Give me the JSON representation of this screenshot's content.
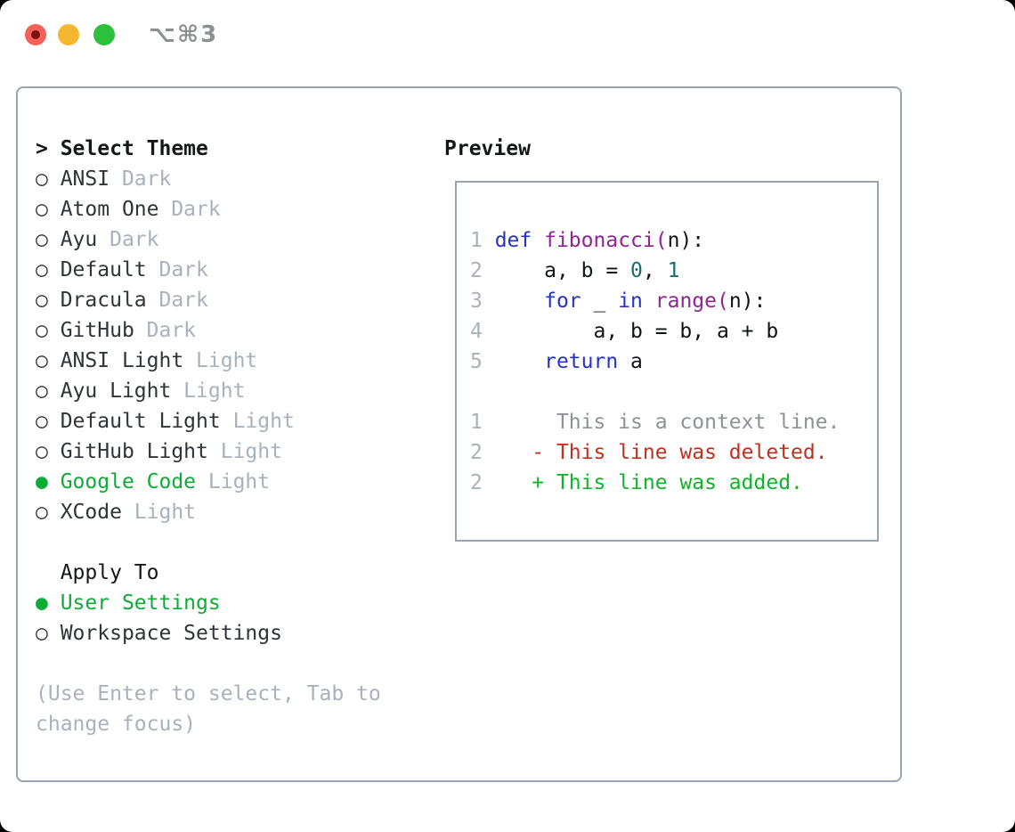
{
  "window": {
    "title": "⌥⌘3"
  },
  "colors": {
    "traffic-red": "#f4615a",
    "traffic-red-dot": "#7c120e",
    "traffic-yellow": "#f5b72f",
    "traffic-green": "#2cc13d",
    "title-gray": "#8d9093",
    "border": "#9aa4ae",
    "text-header": "#14171a",
    "text-dark": "#2f343a",
    "muted": "#a8b2bc",
    "accent-green": "#0fab37",
    "keyword-blue": "#2434c2",
    "function-purple": "#8e2590",
    "number-teal": "#17706e",
    "code-plain": "#101418",
    "context-gray": "#8d9298",
    "diff-red": "#c1301f",
    "diff-green": "#13b22b"
  },
  "theme_selector": {
    "prompt": ">",
    "header": "Select Theme",
    "items": [
      {
        "label": "ANSI",
        "variant": "Dark",
        "selected": false
      },
      {
        "label": "Atom One",
        "variant": "Dark",
        "selected": false
      },
      {
        "label": "Ayu",
        "variant": "Dark",
        "selected": false
      },
      {
        "label": "Default",
        "variant": "Dark",
        "selected": false
      },
      {
        "label": "Dracula",
        "variant": "Dark",
        "selected": false
      },
      {
        "label": "GitHub",
        "variant": "Dark",
        "selected": false
      },
      {
        "label": "ANSI Light",
        "variant": "Light",
        "selected": false
      },
      {
        "label": "Ayu Light",
        "variant": "Light",
        "selected": false
      },
      {
        "label": "Default Light",
        "variant": "Light",
        "selected": false
      },
      {
        "label": "GitHub Light",
        "variant": "Light",
        "selected": false
      },
      {
        "label": "Google Code",
        "variant": "Light",
        "selected": true
      },
      {
        "label": "XCode",
        "variant": "Light",
        "selected": false
      }
    ]
  },
  "apply_to": {
    "header": "Apply To",
    "options": [
      {
        "label": "User Settings",
        "selected": true
      },
      {
        "label": "Workspace Settings",
        "selected": false
      }
    ]
  },
  "help_text": [
    "(Use Enter to select, Tab to",
    "change focus)"
  ],
  "preview": {
    "header": "Preview",
    "code_lines": [
      {
        "num": "1",
        "tokens": [
          {
            "t": "def",
            "c": "keyword"
          },
          {
            "t": " "
          },
          {
            "t": "fibonacci(",
            "c": "function"
          },
          {
            "t": "n):"
          }
        ]
      },
      {
        "num": "2",
        "tokens": [
          {
            "t": "    a, b = "
          },
          {
            "t": "0",
            "c": "number"
          },
          {
            "t": ", "
          },
          {
            "t": "1",
            "c": "number"
          }
        ]
      },
      {
        "num": "3",
        "tokens": [
          {
            "t": "    "
          },
          {
            "t": "for",
            "c": "keyword"
          },
          {
            "t": " _ "
          },
          {
            "t": "in",
            "c": "keyword"
          },
          {
            "t": " "
          },
          {
            "t": "range(",
            "c": "function"
          },
          {
            "t": "n):"
          }
        ]
      },
      {
        "num": "4",
        "tokens": [
          {
            "t": "        a, b = b, a + b"
          }
        ]
      },
      {
        "num": "5",
        "tokens": [
          {
            "t": "    "
          },
          {
            "t": "return",
            "c": "keyword"
          },
          {
            "t": " a"
          }
        ]
      }
    ],
    "diff_lines": [
      {
        "num": "1",
        "text": "      This is a context line.",
        "kind": "context"
      },
      {
        "num": "2",
        "text": "    - This line was deleted.",
        "kind": "deleted"
      },
      {
        "num": "2",
        "text": "    + This line was added.",
        "kind": "added"
      }
    ]
  }
}
